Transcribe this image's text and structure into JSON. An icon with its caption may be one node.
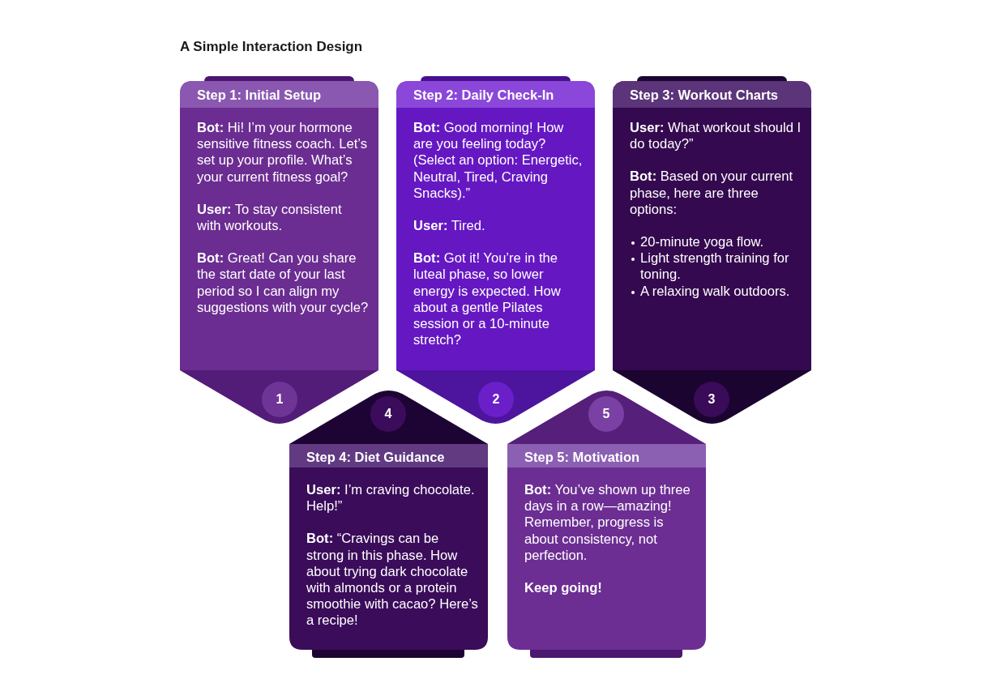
{
  "diagram": {
    "title": "A Simple Interaction Design",
    "nodes": [
      {
        "text": [
          "Step 1: Initial Setup",
          "**Bot:** Hi! I’m your hormone sensitive fitness coach. Let’s set up your profile. What’s your current fitness goal?",
          "**User:** To stay consistent with workouts.",
          "**Bot:** Great! Can you share the start date of your last period so I can align my suggestions with your cycle?"
        ]
      },
      {
        "text": [
          "1"
        ]
      },
      {
        "text": [
          "Step 2: Daily Check-In",
          "**Bot:** Good morning! How are you feeling today? (Select an option: Energetic, Neutral, Tired, Craving Snacks).”",
          "**User:** Tired.",
          "**Bot:** Got it! You’re in the luteal phase, so lower energy is expected. How about a gentle Pilates session or a 10-minute stretch?"
        ]
      },
      {
        "text": [
          "2"
        ]
      },
      {
        "text": [
          "Step 3: Workout Charts",
          "**User:** What workout should I do today?”",
          "**Bot:** Based on your current phase, here are three options:",
          "20-minute yoga flow.",
          "Light strength training for toning.",
          "A relaxing walk outdoors."
        ]
      },
      {
        "text": [
          "3"
        ]
      },
      {
        "text": [
          "Step 4: Diet Guidance",
          "**User:** I’m craving chocolate. Help!”",
          "**Bot:** “Cravings can be strong in this phase. How about trying dark chocolate with almonds or a protein smoothie with cacao? Here’s a recipe!"
        ]
      },
      {
        "text": [
          "4"
        ]
      },
      {
        "text": [
          "Step 5: Motivation",
          "**Bot:** You’ve shown up three days in a row—amazing! Remember, progress is about consistency, not perfection.",
          "**Keep going!**"
        ]
      },
      {
        "text": [
          "5"
        ]
      }
    ],
    "edges": []
  }
}
